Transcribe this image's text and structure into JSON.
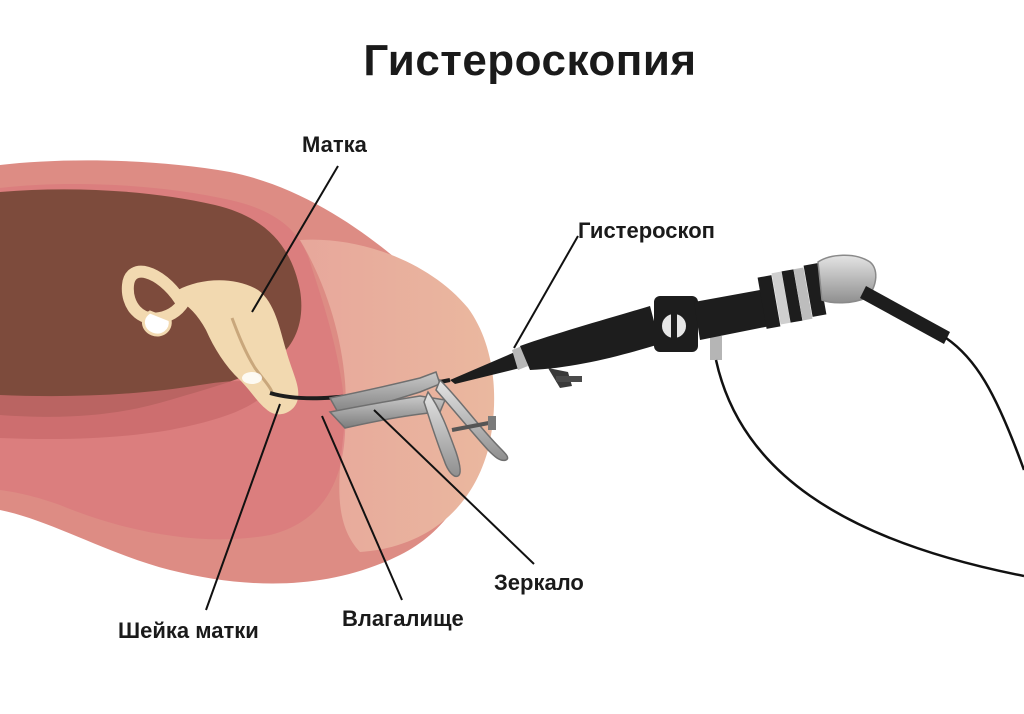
{
  "title": "Гистероскопия",
  "labels": {
    "uterus": "Матка",
    "hysteroscope": "Гистероскоп",
    "speculum": "Зеркало",
    "vagina": "Влагалище",
    "cervix": "Шейка матки"
  },
  "colors": {
    "tissue_outer": "#d9857f",
    "tissue_light": "#e8a49a",
    "tissue_skin": "#e6b29a",
    "cavity_dark": "#7b4a3a",
    "uterus_organ": "#f2d9b0",
    "instrument_black": "#1d1d1d",
    "speculum_gray": "#9a9a9a",
    "leader_line": "#111111"
  }
}
